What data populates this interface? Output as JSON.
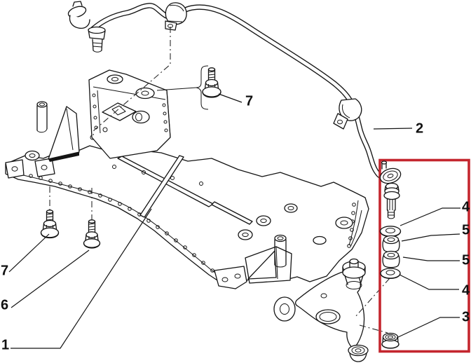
{
  "figure": {
    "background_color": "#ffffff",
    "line_color": "#141414",
    "highlight_box_color": "#c4262e"
  },
  "callouts": {
    "crossmember": {
      "label": "1"
    },
    "stabilizer_bar": {
      "label": "2"
    },
    "link_nut": {
      "label": "3"
    },
    "washer_upper": {
      "label": "4"
    },
    "washer_lower": {
      "label": "4"
    },
    "bushing_upper": {
      "label": "5"
    },
    "bushing_lower": {
      "label": "5"
    },
    "bolt_front": {
      "label": "6"
    },
    "bolt_clamp": {
      "label": "7"
    },
    "bolt_rear": {
      "label": "7"
    }
  }
}
